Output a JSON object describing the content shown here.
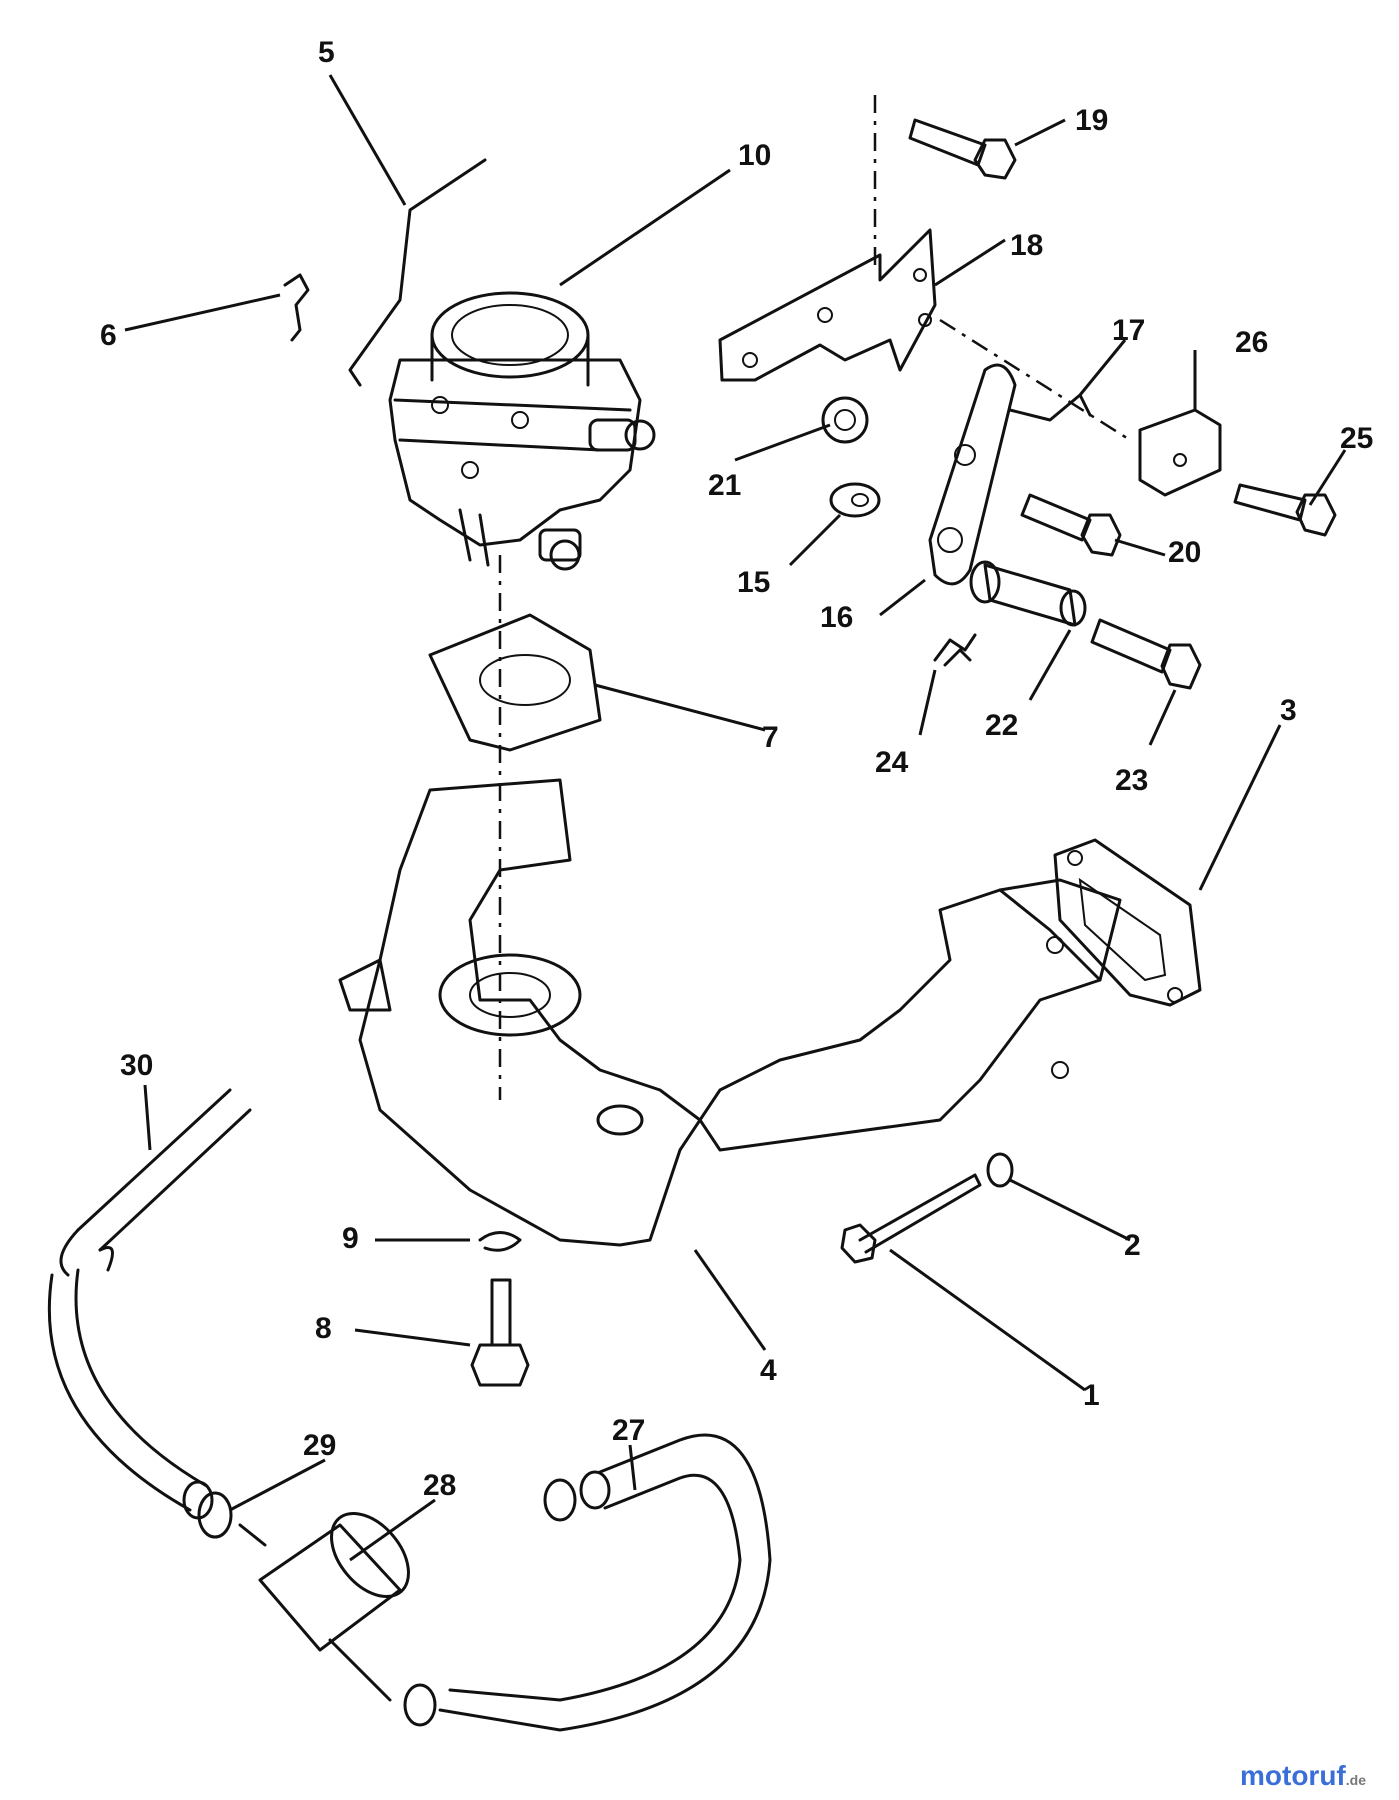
{
  "callouts": {
    "c1": "1",
    "c2": "2",
    "c3": "3",
    "c4": "4",
    "c5": "5",
    "c6": "6",
    "c7": "7",
    "c8": "8",
    "c9": "9",
    "c10": "10",
    "c15": "15",
    "c16": "16",
    "c17": "17",
    "c18": "18",
    "c19": "19",
    "c20": "20",
    "c21": "21",
    "c22": "22",
    "c23": "23",
    "c24": "24",
    "c25": "25",
    "c26": "26",
    "c27": "27",
    "c28": "28",
    "c29": "29",
    "c30": "30"
  },
  "watermark": {
    "brand": "motoruf",
    "suffix": ".de"
  },
  "colors": {
    "line": "#111111",
    "background": "#ffffff"
  }
}
